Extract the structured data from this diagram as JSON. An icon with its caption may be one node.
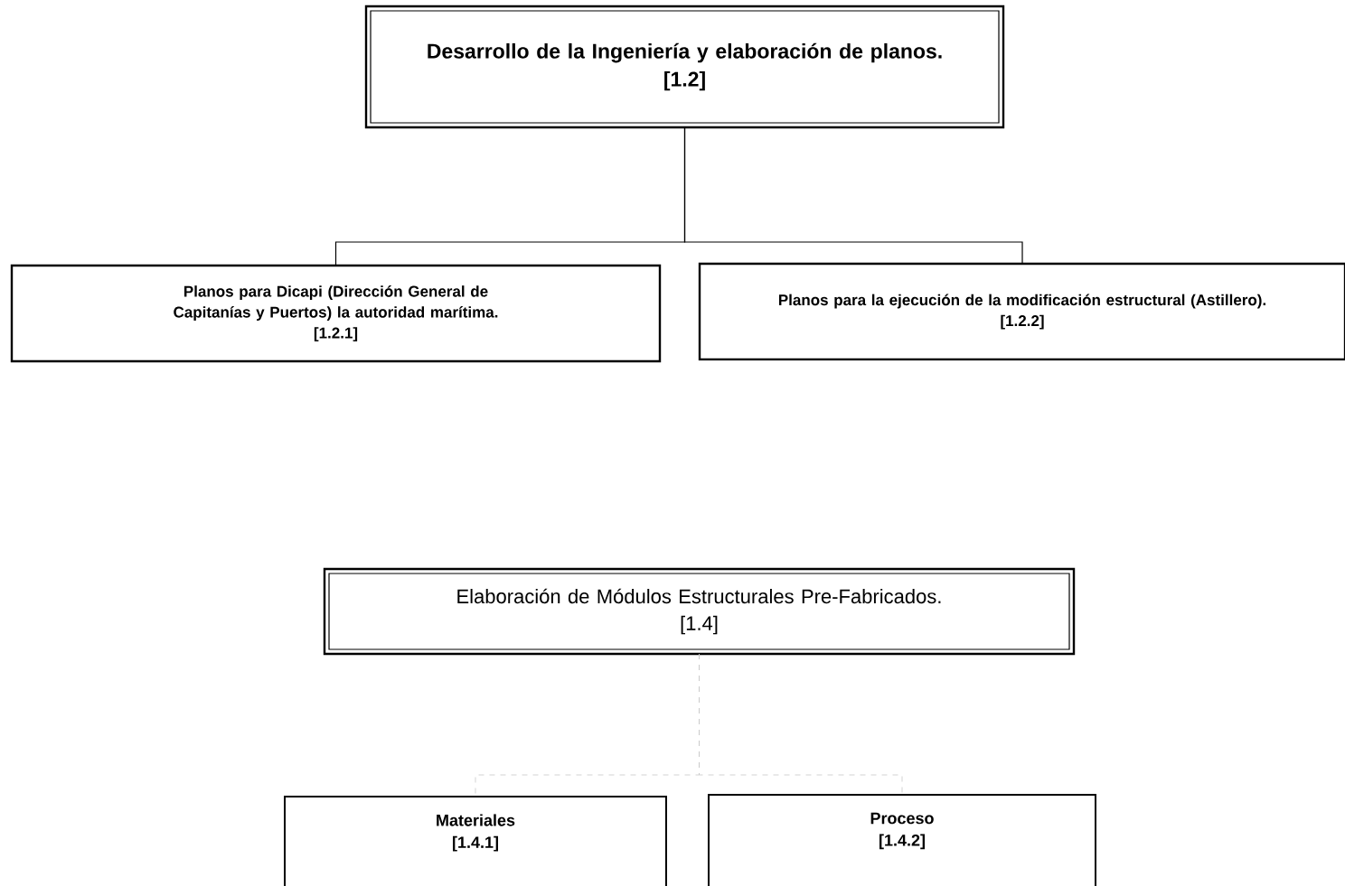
{
  "diagram": {
    "nodes": [
      {
        "text": [
          "Desarrollo de la Ingeniería y elaboración de planos.",
          "[1.2]"
        ]
      },
      {
        "text": [
          "Planos para Dicapi (Dirección General de Capitanías y Puertos) la autoridad marítima.",
          "[1.2.1]"
        ]
      },
      {
        "text": [
          "Planos para la ejecución de la modificación estructural (Astillero).",
          "[1.2.2]"
        ]
      },
      {
        "text": [
          "Elaboración de Módulos Estructurales Pre-Fabricados.",
          "[1.4]"
        ]
      },
      {
        "text": [
          "Materiales",
          "[1.4.1]"
        ]
      },
      {
        "text": [
          "Proceso",
          "[1.4.2]"
        ]
      }
    ],
    "edges": [
      {
        "from": 0,
        "to": 1,
        "arrow": "none"
      },
      {
        "from": 0,
        "to": 2,
        "arrow": "none"
      },
      {
        "from": 3,
        "to": 4,
        "arrow": "none",
        "style": "dashed",
        "color": "#c8c8c8"
      },
      {
        "from": 3,
        "to": 5,
        "arrow": "none",
        "style": "dashed",
        "color": "#c8c8c8"
      }
    ]
  }
}
